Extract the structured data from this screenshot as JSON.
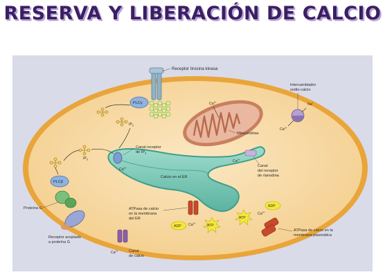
{
  "title": "RESERVA Y LIBERACIÓN DE CALCIO",
  "colors": {
    "title": "#3b1f63",
    "background_panel": "#d9dbe9",
    "cytoplasm": "#f7d9a4",
    "membrane": "#e9a53a",
    "er_fill": "#7fc9b9",
    "er_edge": "#3e9e8a",
    "mitochondrion": "#e6b39a",
    "atp": "#f4e93a",
    "atpase": "#c84a2a"
  },
  "labels": {
    "receptor_tirosina": "Receptor tirosina kinasa",
    "intercambiador_l1": "Intercambiador",
    "intercambiador_l2": "sodio-calcio",
    "mitocondrias": "Mitocondrias",
    "calcio_er": "Calcio en el ER",
    "canal_ip3_l1": "Canal receptor",
    "canal_ip3_l2": "de IP",
    "canal_rian_l1": "Canal",
    "canal_rian_l2": "del receptor",
    "canal_rian_l3": "de rianodina",
    "atpasa_er_l1": "ATPasa de calcio",
    "atpasa_er_l2": "en la membrana",
    "atpasa_er_l3": "del ER",
    "atpasa_pm_l1": "ATPasa de calcio en la",
    "atpasa_pm_l2": "membrana plasmática",
    "proteina_g": "Proteína G",
    "receptor_g_l1": "Receptor acoplado",
    "receptor_g_l2": "a proteína G",
    "canal_calcio_l1": "Canal",
    "canal_calcio_l2": "de calcio",
    "plc_gamma": "PLCγ",
    "plc_beta": "PLCβ",
    "ip3": "IP",
    "ip3_sub": "3",
    "ca2": "Ca",
    "ca2_sup": "2+",
    "na": "Na",
    "na_sup": "+",
    "atp": "ATP",
    "adp": "ADP"
  }
}
